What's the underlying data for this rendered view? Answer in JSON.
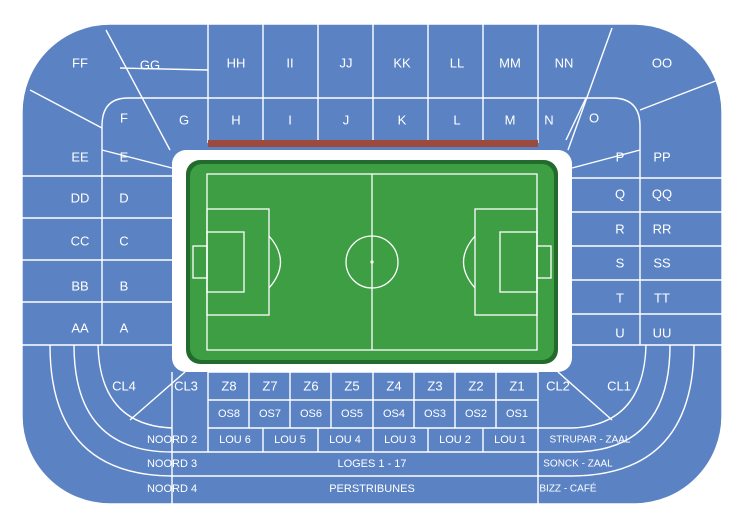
{
  "colors": {
    "section": "#5b83c4",
    "outline": "#ffffff",
    "pitch": "#3e9e43",
    "pitch_border": "#226b2c",
    "dugout_strip": "#9c4a3d"
  },
  "sections": {
    "outer_top": [
      "FF",
      "GG",
      "HH",
      "II",
      "JJ",
      "KK",
      "LL",
      "MM",
      "NN",
      "OO"
    ],
    "inner_top": [
      "F",
      "G",
      "H",
      "I",
      "J",
      "K",
      "L",
      "M",
      "N",
      "O"
    ],
    "outer_left": [
      "EE",
      "DD",
      "CC",
      "BB",
      "AA"
    ],
    "inner_left": [
      "E",
      "D",
      "C",
      "B",
      "A"
    ],
    "inner_right": [
      "P",
      "Q",
      "R",
      "S",
      "T",
      "U"
    ],
    "outer_right": [
      "PP",
      "QQ",
      "RR",
      "SS",
      "TT",
      "UU"
    ],
    "corners": [
      "CL4",
      "CL3",
      "CL2",
      "CL1"
    ],
    "z_blocks": [
      "Z8",
      "Z7",
      "Z6",
      "Z5",
      "Z4",
      "Z3",
      "Z2",
      "Z1"
    ],
    "os_blocks": [
      "OS8",
      "OS7",
      "OS6",
      "OS5",
      "OS4",
      "OS3",
      "OS2",
      "OS1"
    ],
    "noord": [
      "NOORD 2",
      "NOORD 3",
      "NOORD 4"
    ],
    "lou": [
      "LOU 6",
      "LOU 5",
      "LOU 4",
      "LOU 3",
      "LOU 2",
      "LOU 1"
    ],
    "loges": "LOGES 1 - 17",
    "perstribunes": "PERSTRIBUNES",
    "right_lounges": [
      "STRUPAR - ZAAL",
      "SONCK - ZAAL",
      "BIZZ - CAFÉ"
    ]
  }
}
